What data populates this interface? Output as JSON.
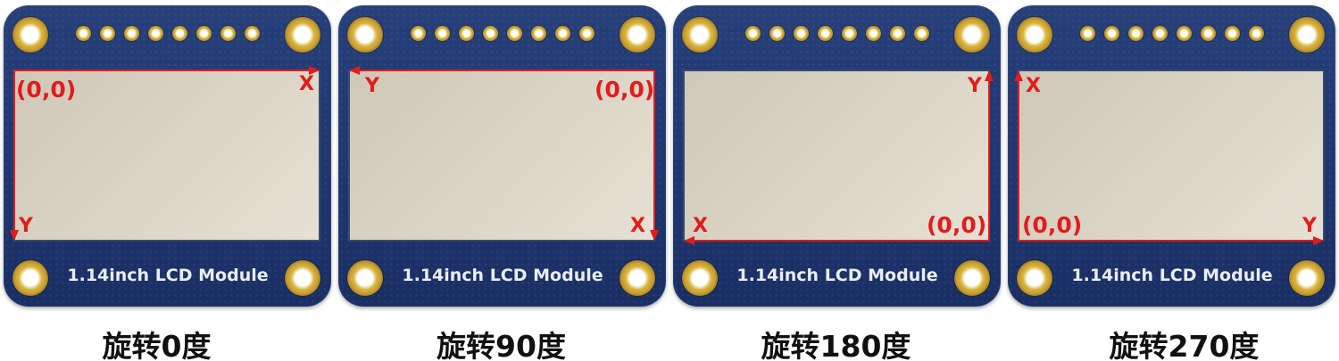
{
  "modules": [
    {
      "label": "1.14inch LCD Module",
      "caption": "旋转0度",
      "rotation_degrees": 0,
      "origin_label": "(0,0)",
      "x_label": "X",
      "y_label": "Y",
      "axis_color": "#e31b1b",
      "origin_corner": "top-left"
    },
    {
      "label": "1.14inch LCD Module",
      "caption": "旋转90度",
      "rotation_degrees": 90,
      "origin_label": "(0,0)",
      "x_label": "X",
      "y_label": "Y",
      "axis_color": "#e31b1b",
      "origin_corner": "top-right"
    },
    {
      "label": "1.14inch LCD Module",
      "caption": "旋转180度",
      "rotation_degrees": 180,
      "origin_label": "(0,0)",
      "x_label": "X",
      "y_label": "Y",
      "axis_color": "#e31b1b",
      "origin_corner": "bottom-right"
    },
    {
      "label": "1.14inch LCD Module",
      "caption": "旋转270度",
      "rotation_degrees": 270,
      "origin_label": "(0,0)",
      "x_label": "X",
      "y_label": "Y",
      "axis_color": "#e31b1b",
      "origin_corner": "bottom-left"
    }
  ],
  "colors": {
    "pcb": "#1f3670",
    "screen": "#d9d3c4",
    "gold_pad": "#d9b441",
    "axis": "#e31b1b"
  }
}
